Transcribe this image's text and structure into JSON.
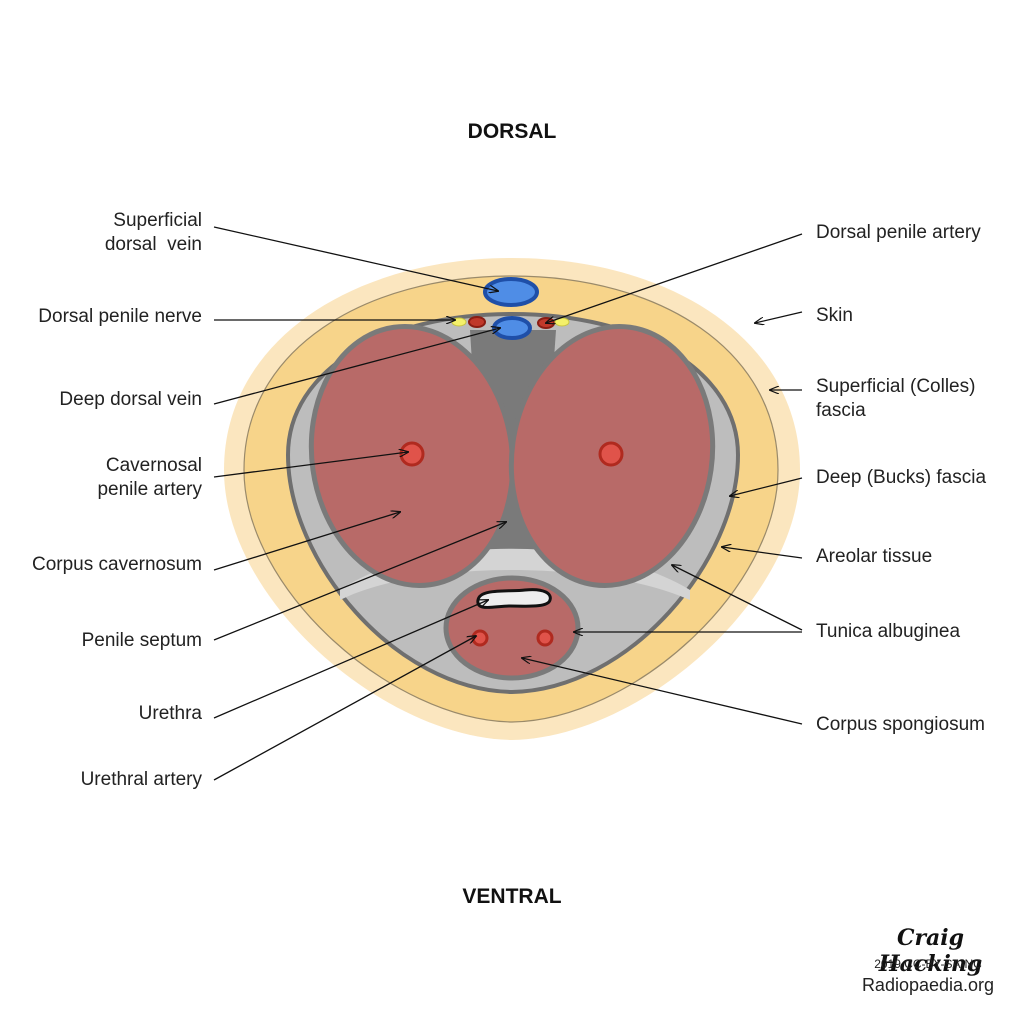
{
  "headings": {
    "dorsal": "DORSAL",
    "ventral": "VENTRAL"
  },
  "labels": {
    "superficial_dorsal_vein": "Superficial\ndorsal  vein",
    "dorsal_penile_nerve": "Dorsal penile nerve",
    "deep_dorsal_vein": "Deep dorsal vein",
    "cavernosal_penile_artery": "Cavernosal\npenile artery",
    "corpus_cavernosum": "Corpus cavernosum",
    "penile_septum": "Penile septum",
    "urethra": "Urethra",
    "urethral_artery": "Urethral artery",
    "dorsal_penile_artery": "Dorsal penile artery",
    "skin": "Skin",
    "superficial_colles_fascia": "Superficial (Colles)\nfascia",
    "deep_bucks_fascia": "Deep (Bucks) fascia",
    "areolar_tissue": "Areolar tissue",
    "tunica_albuginea": "Tunica albuginea",
    "corpus_spongiosum": "Corpus spongiosum"
  },
  "credit": {
    "author": "Craig Hacking",
    "license": "2019 CC-BY-SA-NC",
    "site": "Radiopaedia.org"
  },
  "colors": {
    "skin": "#fbe6bf",
    "superficial_fascia": "#f7d48a",
    "deep_fascia": "#bdbdbd",
    "tunica": "#7a7a7a",
    "corpus": "#b86a68",
    "artery": "#e0534a",
    "vein": "#4f8de6",
    "nerve": "#f4f06a"
  }
}
